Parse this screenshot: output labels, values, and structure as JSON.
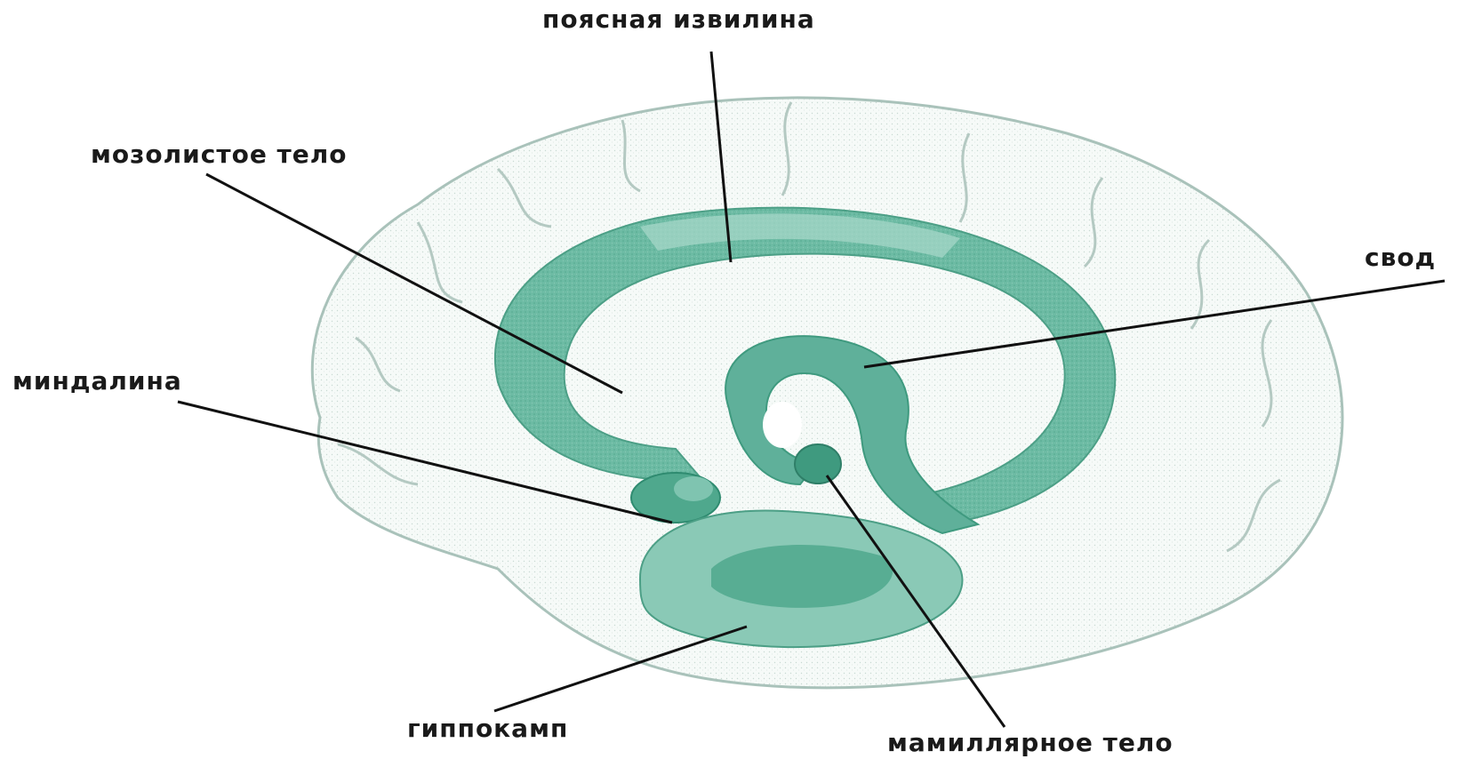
{
  "labels": {
    "cingulate_gyrus": "поясная извилина",
    "corpus_callosum": "мозолистое тело",
    "fornix": "свод",
    "amygdala": "миндалина",
    "hippocampus": "гиппокамп",
    "mamillary_body": "мамиллярное тело"
  },
  "colors": {
    "limbic_green": "#5fb59b",
    "limbic_dark": "#3f9a7f",
    "limbic_light": "#9fd3c3",
    "cortex_outline": "#9fb8b0",
    "cortex_fill": "#f4f8f6",
    "leader_line": "#111111",
    "label_text": "#1a1a1a"
  }
}
